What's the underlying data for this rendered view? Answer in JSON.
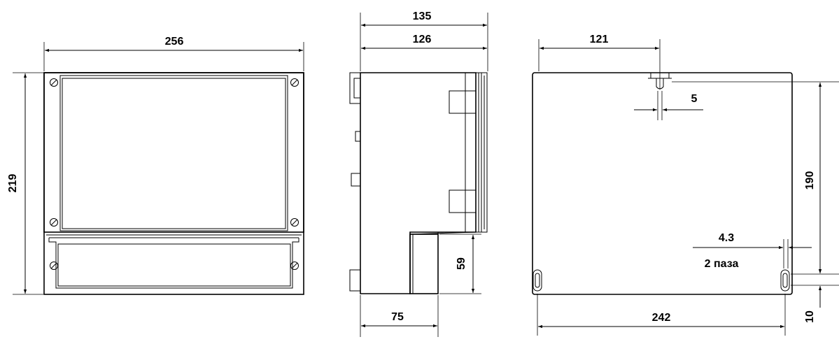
{
  "front_view": {
    "width_label": "256",
    "height_label": "219"
  },
  "side_view": {
    "overall_depth_label": "135",
    "body_depth_label": "126",
    "connector_height_label": "59",
    "connector_width_label": "75"
  },
  "back_view": {
    "slot_offset_label": "121",
    "slot_width_label": "5",
    "height_label": "190",
    "hole_width_label": "4.3",
    "hole_note": "2 паза",
    "hole_spacing_label": "242",
    "hole_offset_label": "10"
  }
}
